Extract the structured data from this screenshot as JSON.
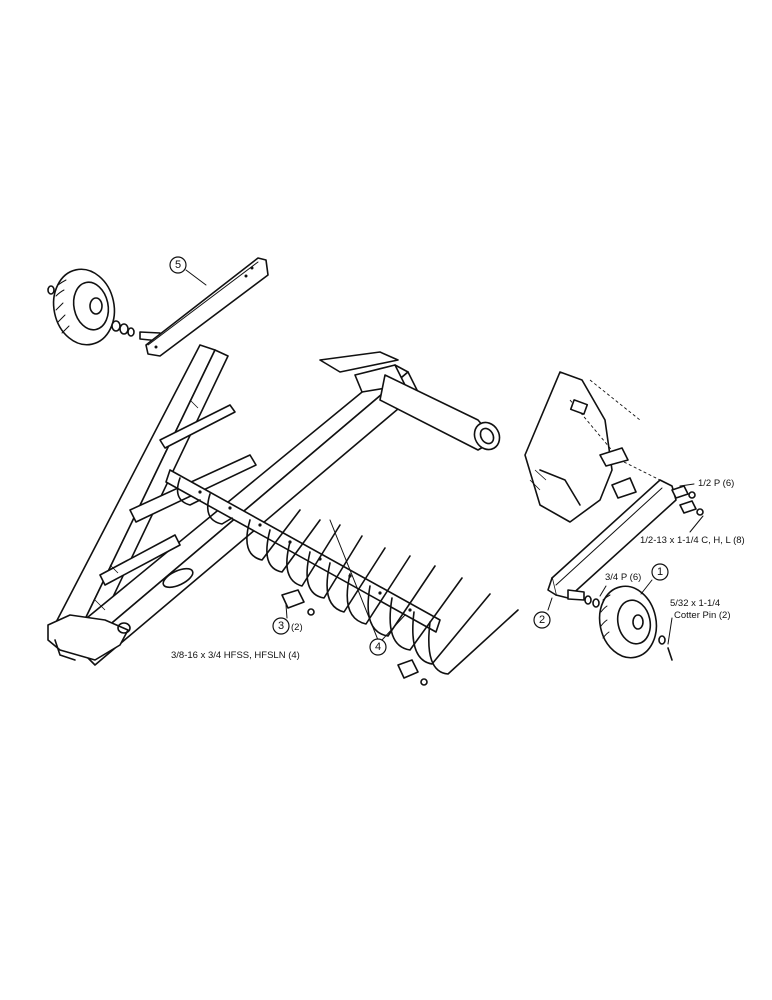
{
  "callouts": {
    "c1": "1",
    "c2": "2",
    "c3": "3",
    "c3_qty": "(2)",
    "c4": "4",
    "c5": "5"
  },
  "labels": {
    "bolt_hfss": "3/8-16 x 3/4 HFSS, HFSLN (4)",
    "pin_half": "1/2 P (6)",
    "bolt_half": "1/2-13 x 1-1/4 C, H, L (8)",
    "pin_three_quarter": "3/4 P (6)",
    "cotter_size": "5/32 x 1-1/4",
    "cotter_name": "Cotter Pin (2)"
  }
}
